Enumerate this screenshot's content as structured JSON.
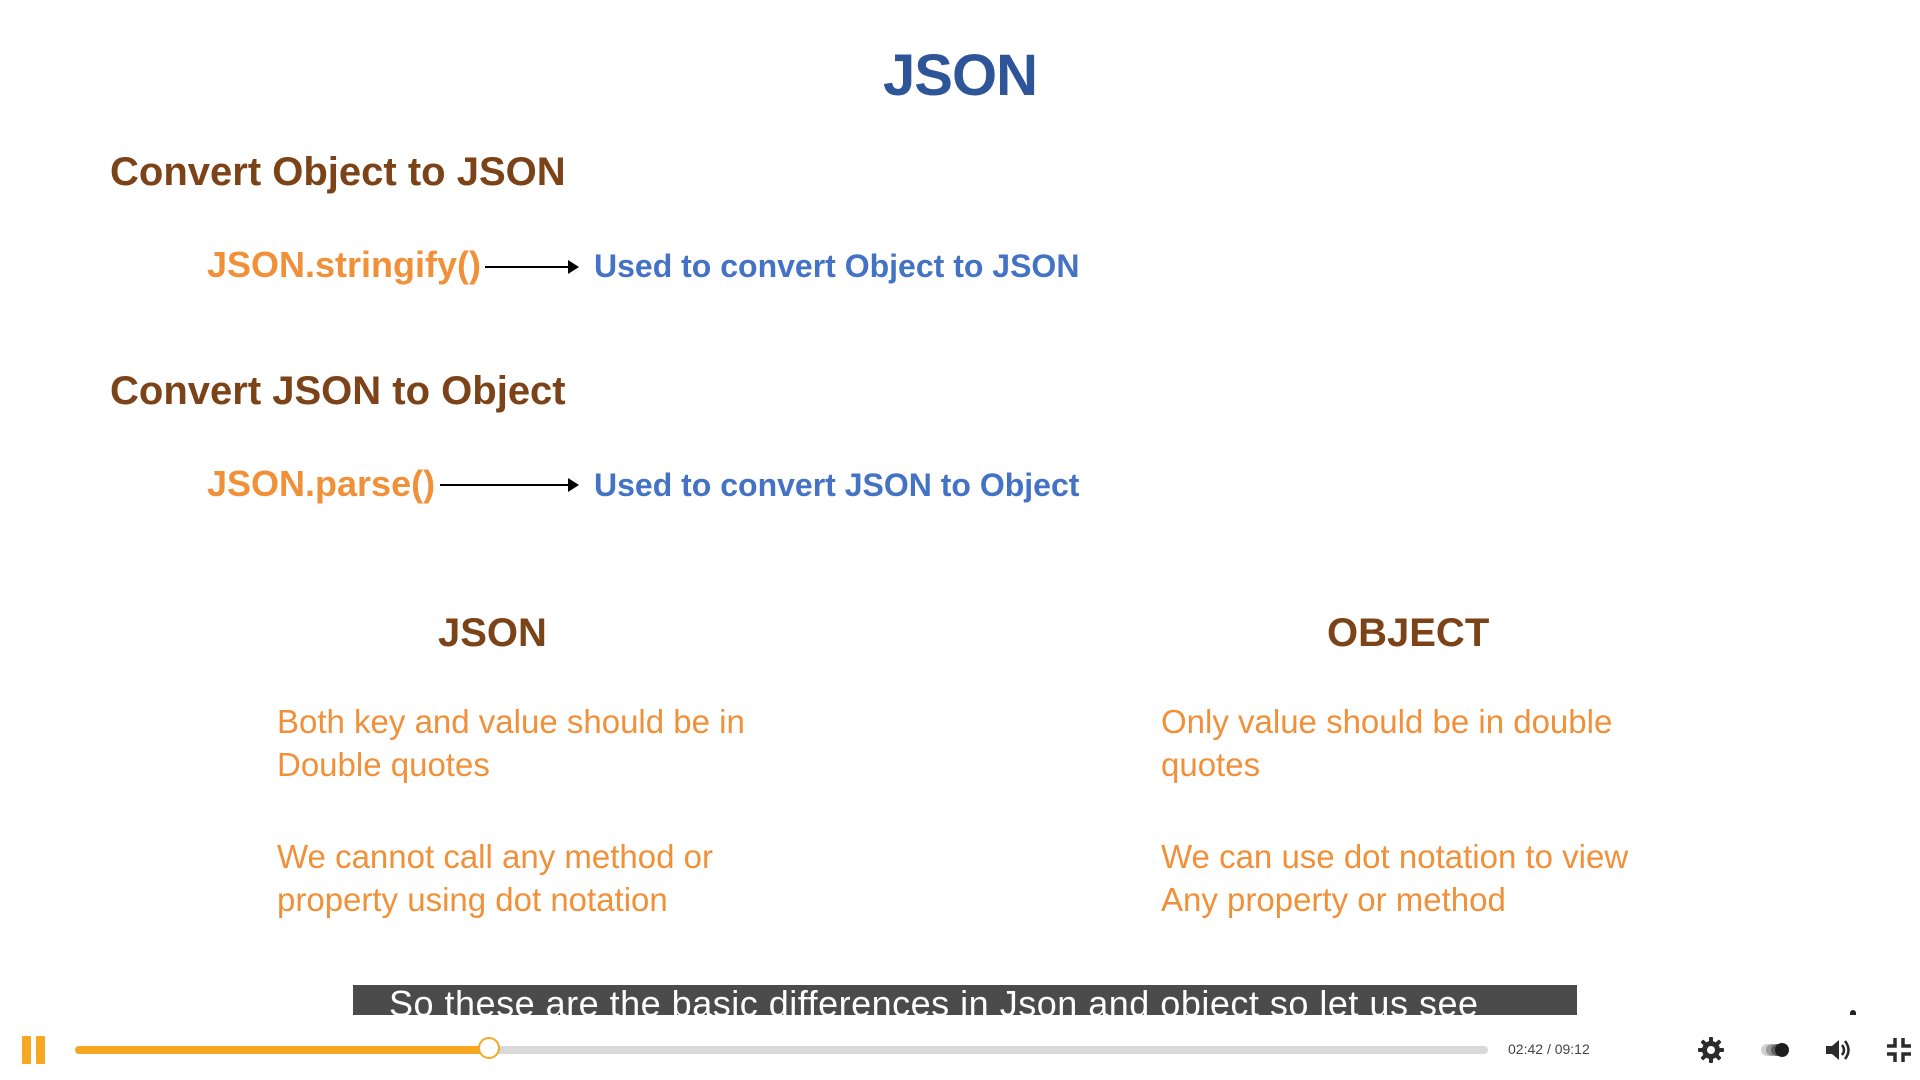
{
  "slide": {
    "title": "JSON",
    "section1": {
      "heading": "Convert Object to JSON",
      "method": "JSON.stringify()",
      "description": "Used to convert Object to JSON"
    },
    "section2": {
      "heading": "Convert JSON to Object",
      "method": "JSON.parse()",
      "description": "Used to convert JSON to Object"
    },
    "comparison": {
      "left": {
        "heading": "JSON",
        "points": [
          [
            "Both key and value should be in",
            "Double quotes"
          ],
          [
            "We cannot call any method or",
            "property using dot notation"
          ]
        ]
      },
      "right": {
        "heading": "OBJECT",
        "points": [
          [
            "Only value should be in double",
            "quotes"
          ],
          [
            "We can use dot notation to view",
            "Any property or method"
          ]
        ]
      }
    }
  },
  "caption": {
    "text": "So these are the basic differences in Json and object so let us see"
  },
  "player": {
    "current_time": "02:42",
    "separator": "/",
    "duration": "09:12",
    "progress_fraction": 0.293,
    "accent_color": "#f7a823",
    "icons": [
      "pause-icon",
      "gear-icon",
      "speed-icon",
      "volume-icon",
      "exit-fullscreen-icon"
    ]
  }
}
